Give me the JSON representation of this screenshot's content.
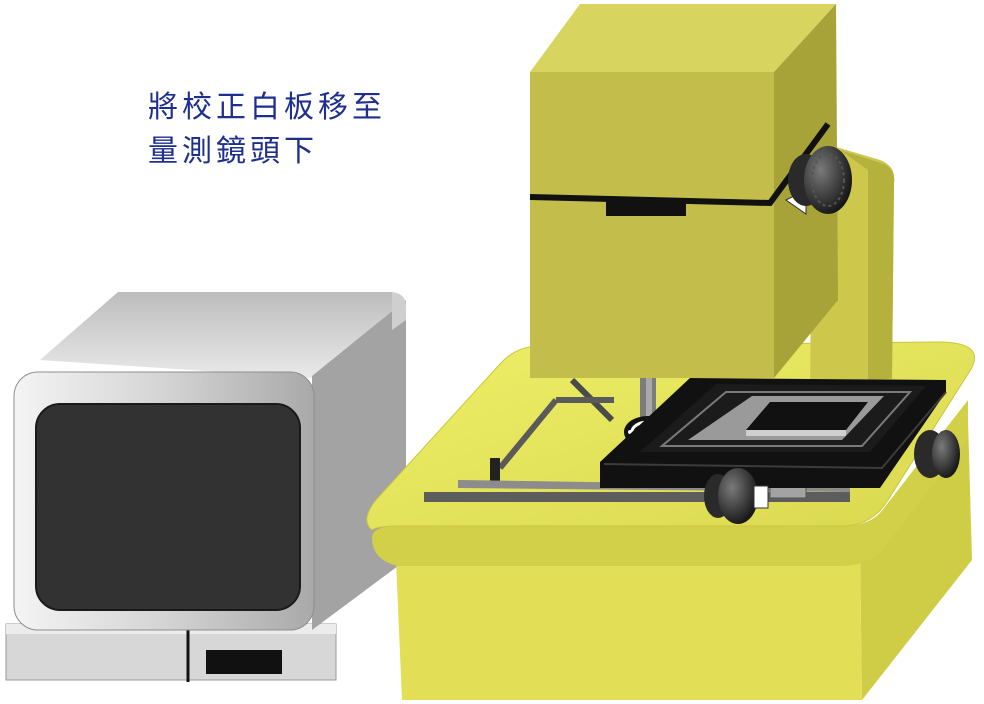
{
  "instruction": {
    "line1": "將校正白板移至",
    "line2": "量測鏡頭下"
  },
  "colors": {
    "text": "#1f2f8f",
    "machine_body": "#c2bd4b",
    "machine_base": "#e4e05a",
    "monitor_body": "#cfcfcf",
    "monitor_screen": "#333333",
    "stage": "#111111",
    "knob": "#2a2a2a"
  },
  "icons": [
    "monitor",
    "measuring-microscope",
    "calibration-white-board",
    "measurement-lens",
    "focus-knob",
    "stage-knob"
  ]
}
